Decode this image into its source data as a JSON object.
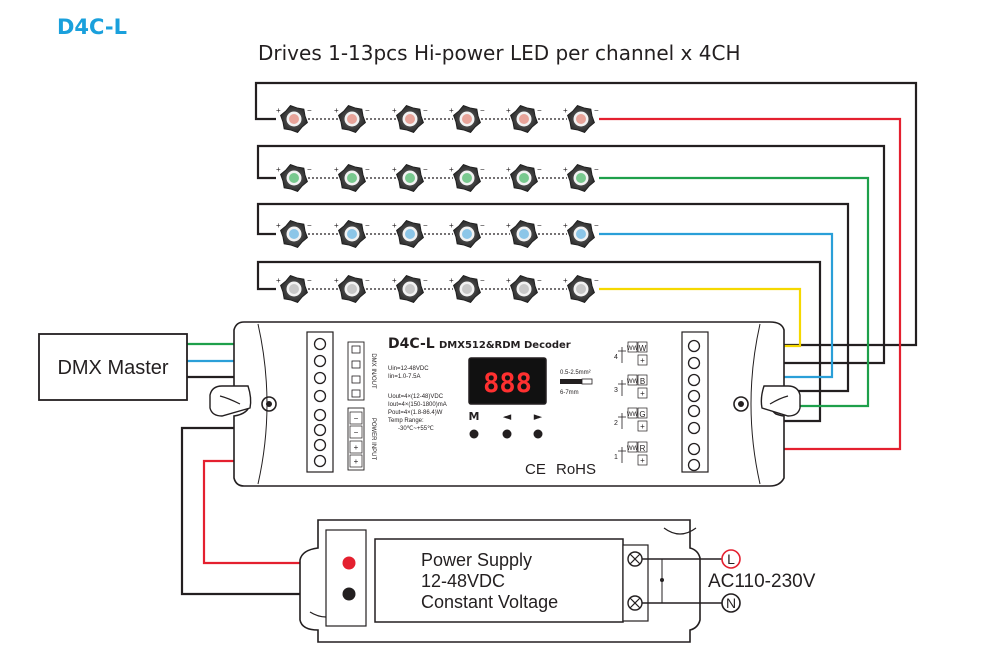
{
  "model_label": "D4C-L",
  "title": "Drives 1-13pcs Hi-power LED per channel x 4CH",
  "dmx_master": "DMX Master",
  "decoder": {
    "model": "D4C-L",
    "name": "DMX512&RDM Decoder",
    "display": "888",
    "spec_input": [
      "Uin=12-48VDC",
      "Iin=1.0-7.5A"
    ],
    "spec_output": [
      "Uout=4×(12-48)VDC",
      "Iout=4×(150-1800)mA",
      "Pout=4×(1.8-86.4)W",
      "Temp Range:",
      "-30℃~+55℃"
    ],
    "wire_spec": [
      "0.5-2.5mm²",
      "6-7mm"
    ],
    "buttons": [
      "M",
      "◄",
      "►"
    ],
    "ce_mark": "CE",
    "rohs": "RoHS",
    "dmx_in_label": "DMX IN/OUT",
    "power_label": "POWER INPUT",
    "left_terminal_signs": [
      "−",
      "−",
      "+",
      "+"
    ],
    "channel_numbers": [
      "4",
      "3",
      "2",
      "1"
    ],
    "channel_letters": [
      "W",
      "B",
      "G",
      "R"
    ],
    "channel_sign": "+",
    "channel_small": "WW"
  },
  "power_supply": {
    "lines": [
      "Power Supply",
      "12-48VDC",
      "Constant Voltage"
    ],
    "ac_label": "AC110-230V",
    "live": "L",
    "neutral": "N"
  },
  "led_string": {
    "count_per_row": 6,
    "rows": 4,
    "plus": "+",
    "minus": "−"
  },
  "colors": {
    "accent_title": "#1aa0dc",
    "wire_red": "#e4202f",
    "wire_green": "#1ea04b",
    "wire_blue": "#2a9fd8",
    "wire_yellow": "#f5d800",
    "wire_black": "#231f20",
    "led_rows": [
      "#e8a49a",
      "#79c98f",
      "#8cc6e8",
      "#c8c8c8"
    ]
  },
  "chart_data": null
}
